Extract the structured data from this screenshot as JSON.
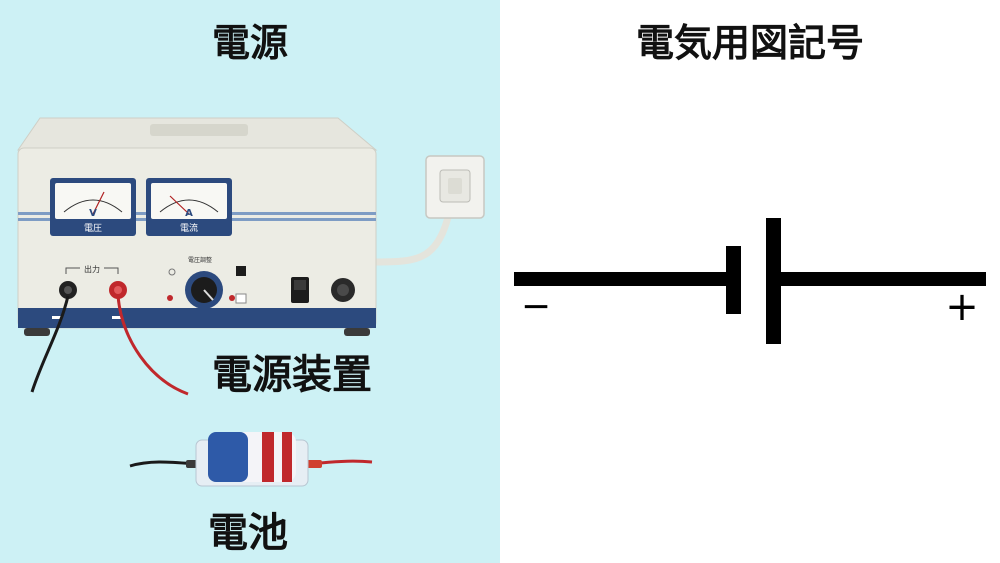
{
  "left": {
    "title": "電源",
    "device_label": "電源装置",
    "battery_label": "電池",
    "meters": [
      {
        "unit": "V",
        "name": "電圧"
      },
      {
        "unit": "A",
        "name": "電流"
      }
    ],
    "output_label": "出力",
    "knob_label": "電圧調整",
    "colors": {
      "panel_bg": "#cdf1f5",
      "device_body": "#ecece4",
      "accent_blue": "#2c4a7e",
      "terminal_red": "#c0282c",
      "terminal_black": "#111111"
    }
  },
  "right": {
    "title": "電気用図記号",
    "symbol": {
      "type": "cell",
      "minus_label": "−",
      "plus_label": "+"
    }
  }
}
